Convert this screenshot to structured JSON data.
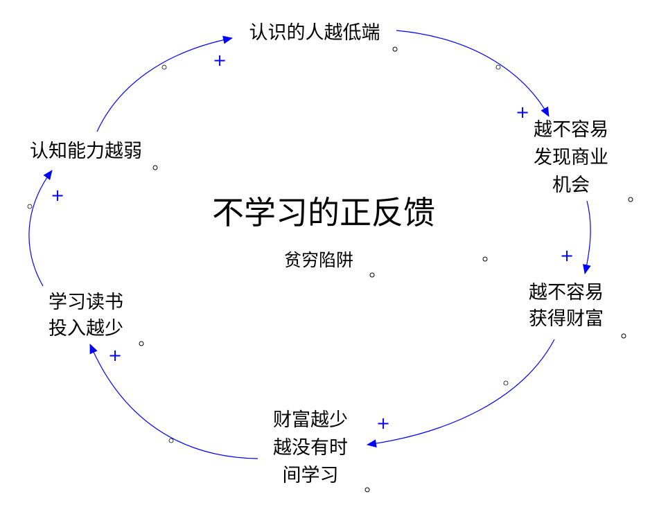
{
  "diagram": {
    "title": "不学习的正反馈",
    "subtitle": "贫穷陷阱",
    "link_color": "#0000ff",
    "nodes": [
      {
        "id": "n1",
        "lines": [
          "认识的人越低端"
        ]
      },
      {
        "id": "n2",
        "lines": [
          "越不容易",
          "发现商业",
          "机会"
        ]
      },
      {
        "id": "n3",
        "lines": [
          "越不容易",
          "获得财富"
        ]
      },
      {
        "id": "n4",
        "lines": [
          "财富越少",
          "越没有时",
          "间学习"
        ]
      },
      {
        "id": "n5",
        "lines": [
          "学习读书",
          "投入越少"
        ]
      },
      {
        "id": "n6",
        "lines": [
          "认知能力越弱"
        ]
      }
    ],
    "links": [
      {
        "from": "n1",
        "to": "n2",
        "polarity": "+"
      },
      {
        "from": "n2",
        "to": "n3",
        "polarity": "+"
      },
      {
        "from": "n3",
        "to": "n4",
        "polarity": "+"
      },
      {
        "from": "n4",
        "to": "n5",
        "polarity": "+"
      },
      {
        "from": "n5",
        "to": "n6",
        "polarity": "+"
      },
      {
        "from": "n6",
        "to": "n1",
        "polarity": "+"
      }
    ]
  }
}
